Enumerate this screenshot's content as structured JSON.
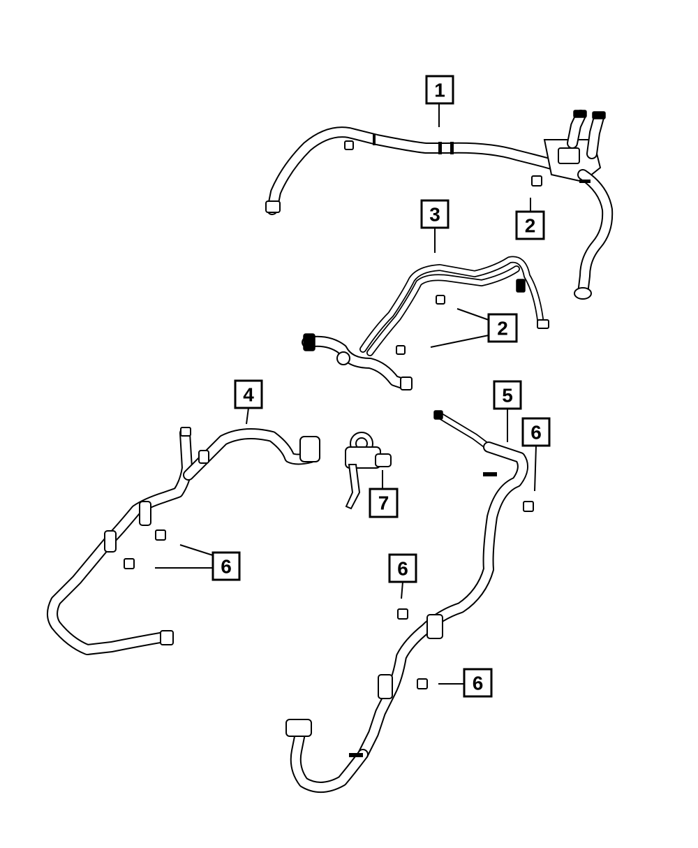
{
  "callouts": [
    {
      "id": "c1",
      "label": "1"
    },
    {
      "id": "c2a",
      "label": "2"
    },
    {
      "id": "c2b",
      "label": "2"
    },
    {
      "id": "c3",
      "label": "3"
    },
    {
      "id": "c4",
      "label": "4"
    },
    {
      "id": "c5",
      "label": "5"
    },
    {
      "id": "c6a",
      "label": "6"
    },
    {
      "id": "c6b",
      "label": "6"
    },
    {
      "id": "c6c",
      "label": "6"
    },
    {
      "id": "c6d",
      "label": "6"
    },
    {
      "id": "c7",
      "label": "7"
    }
  ],
  "colors": {
    "line": "#000000",
    "background": "#ffffff"
  }
}
